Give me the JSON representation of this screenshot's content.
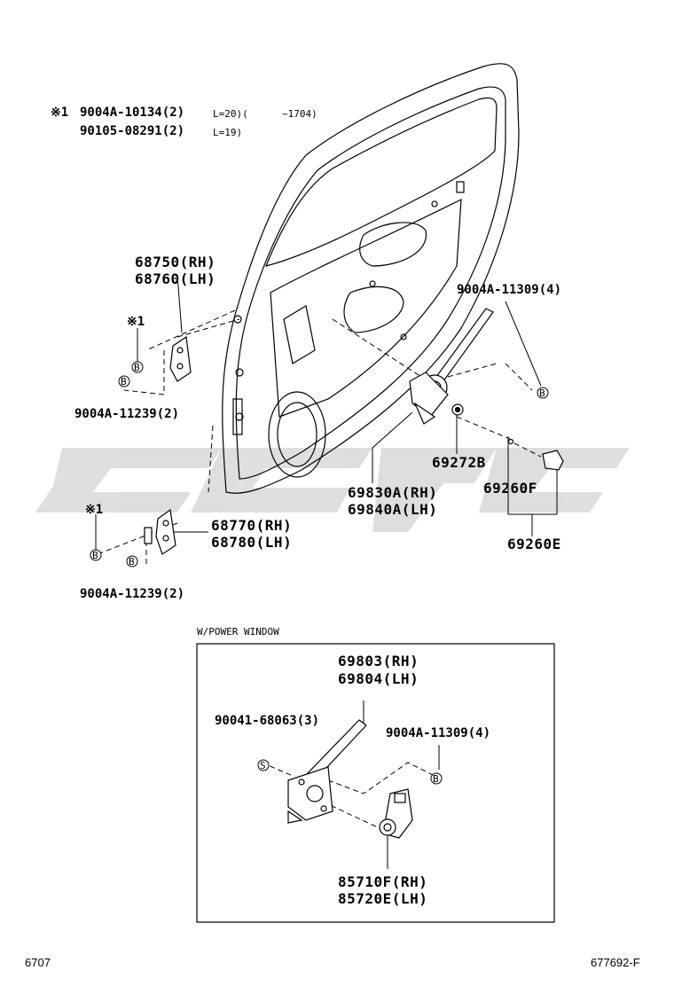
{
  "diagram": {
    "note_marker": "※1",
    "bolt_marker": "B",
    "screw_marker": "S",
    "top_note": {
      "line1_part": "9004A-10134(2)",
      "line1_spec": "L=20)(",
      "line1_date": "~1704)",
      "line2_part": "90105-08291(2)",
      "line2_spec": "L=19)"
    },
    "labels": {
      "p68750": "68750(RH)",
      "p68760": "68760(LH)",
      "p9004A11309_top": "9004A-11309(4)",
      "p9004A11239_upper": "9004A-11239(2)",
      "p69272B": "69272B",
      "p69830A": "69830A(RH)",
      "p69840A": "69840A(LH)",
      "p69260F": "69260F",
      "p68770": "68770(RH)",
      "p68780": "68780(LH)",
      "p69260E": "69260E",
      "p9004A11239_lower": "9004A-11239(2)"
    },
    "power_window": {
      "title": "W/POWER WINDOW",
      "p69803": "69803(RH)",
      "p69804": "69804(LH)",
      "p90041": "90041-68063(3)",
      "p9004A11309": "9004A-11309(4)",
      "p85710F": "85710F(RH)",
      "p85720E": "85720E(LH)"
    }
  },
  "footer": {
    "left_code": "6707",
    "right_code": "677692-F"
  }
}
